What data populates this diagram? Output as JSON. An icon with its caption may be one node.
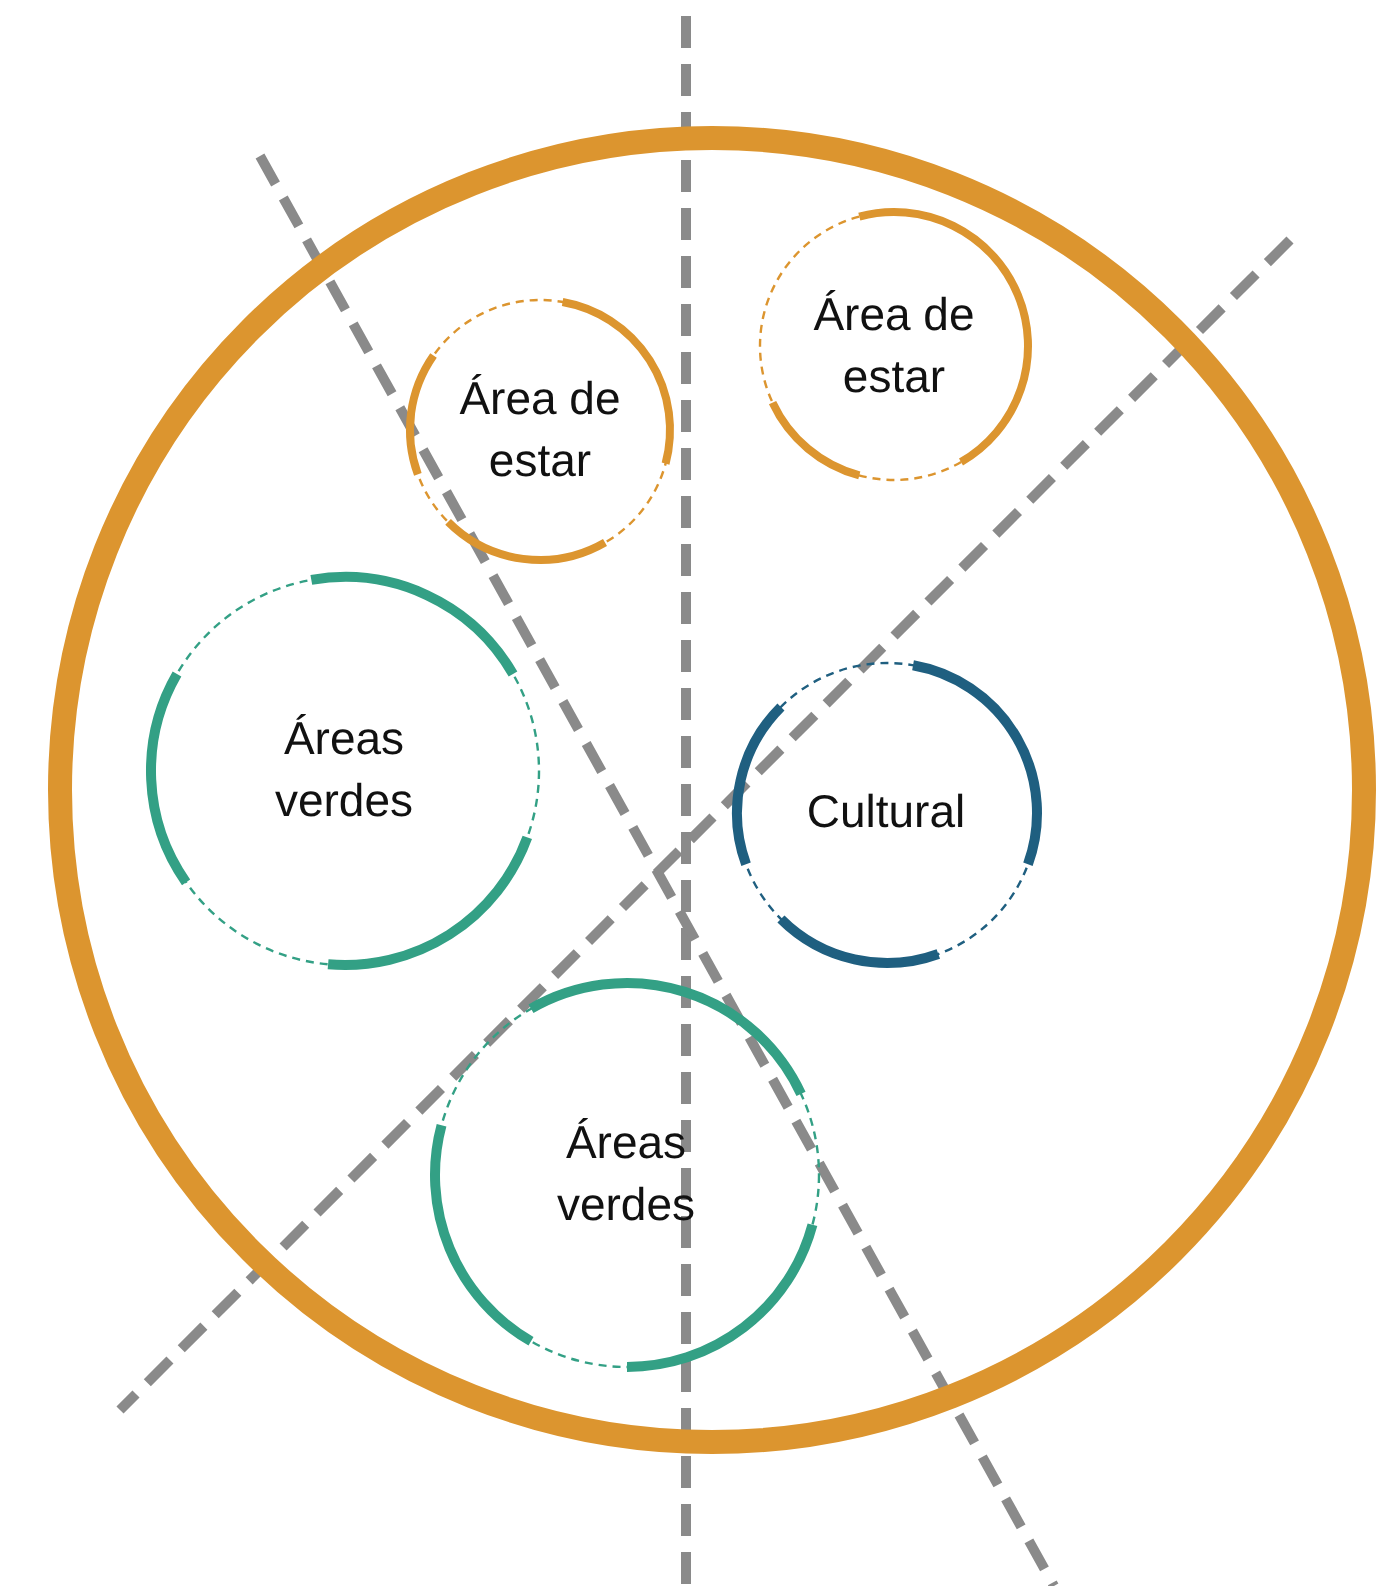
{
  "diagram": {
    "nodes": [
      {
        "text": [],
        "shape": "circle"
      },
      {
        "text": [
          "Área de estar"
        ],
        "in": 0
      },
      {
        "text": [
          "Área de estar"
        ],
        "in": 0
      },
      {
        "text": [
          "Áreas verdes"
        ],
        "in": 0
      },
      {
        "text": [
          "Cultural"
        ],
        "in": 0
      },
      {
        "text": [
          "Áreas verdes"
        ],
        "in": 0
      }
    ]
  }
}
